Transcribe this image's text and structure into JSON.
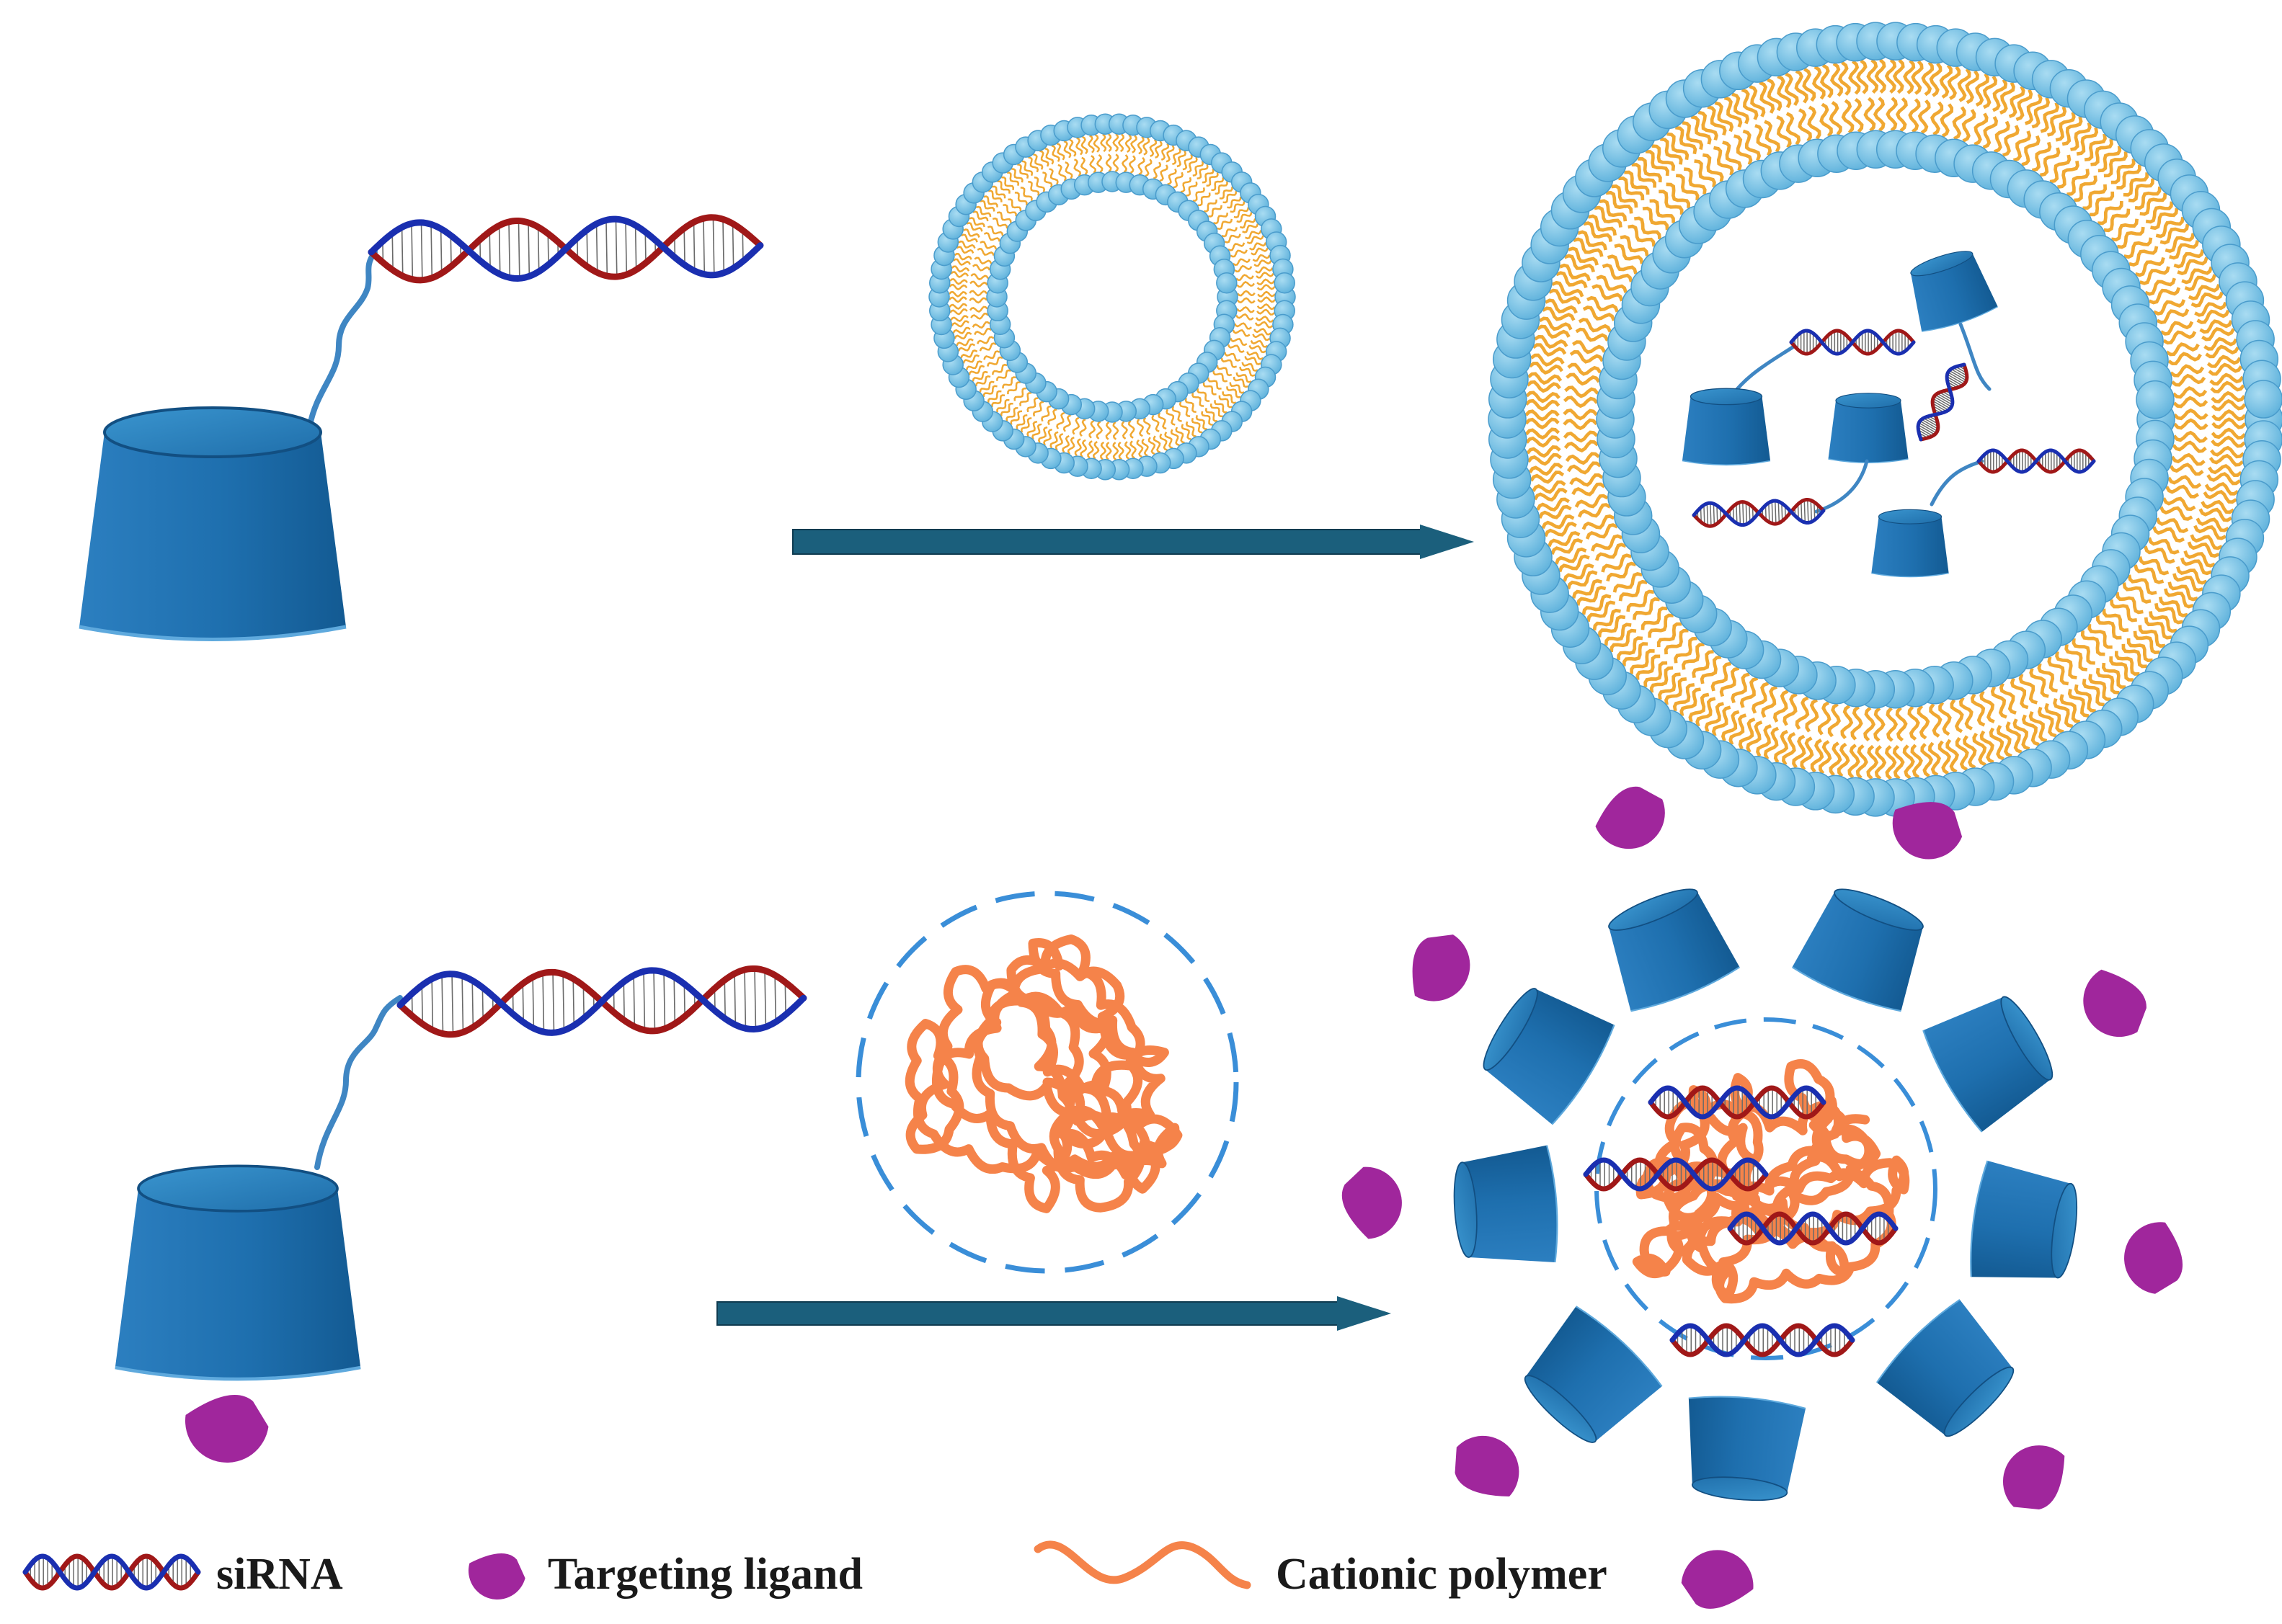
{
  "colors": {
    "cd_body": "#1f70b0",
    "cd_dark": "#124f82",
    "cd_top": "#2a86c4",
    "strand_red": "#a01818",
    "strand_blue": "#1a2fb0",
    "lipid_head": "#7cc4e6",
    "lipid_tail": "#f0a832",
    "polymer": "#f5834a",
    "ligand": "#a0269c",
    "arrow": "#1b5f7c",
    "dash_circle": "#3a8ed8"
  },
  "icons": {
    "sirna": "double-helix-icon",
    "ligand": "half-disc-icon",
    "polymer": "wavy-line-icon",
    "cyclodextrin": "truncated-cone-icon"
  },
  "legend": {
    "sirna": "siRNA",
    "ligand": "Targeting ligand",
    "polymer": "Cationic polymer"
  }
}
